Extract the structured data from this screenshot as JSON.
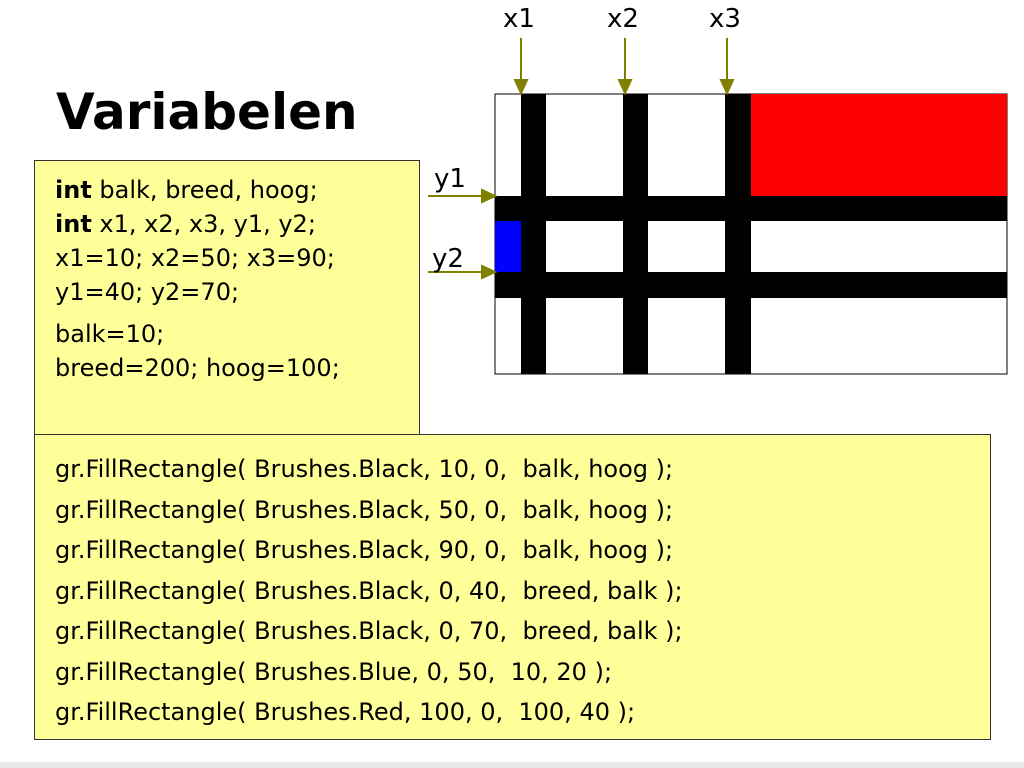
{
  "title": "Variabelen",
  "decl_lines": [
    {
      "kw": "int",
      "rest": " balk, breed, hoog;"
    },
    {
      "kw": "int",
      "rest": " x1, x2, x3, y1, y2;"
    },
    {
      "kw": "",
      "rest": "x1=10; x2=50; x3=90;"
    },
    {
      "kw": "",
      "rest": "y1=40; y2=70;"
    },
    {
      "kw": "",
      "rest": "balk=10;"
    },
    {
      "kw": "",
      "rest": "breed=200; hoog=100;"
    }
  ],
  "draw_lines": [
    "gr.FillRectangle( Brushes.Black, 10, 0,  balk, hoog );",
    "gr.FillRectangle( Brushes.Black, 50, 0,  balk, hoog );",
    "gr.FillRectangle( Brushes.Black, 90, 0,  balk, hoog );",
    "gr.FillRectangle( Brushes.Black, 0, 40,  breed, balk );",
    "gr.FillRectangle( Brushes.Black, 0, 70,  breed, balk );",
    "gr.FillRectangle( Brushes.Blue, 0, 50,  10, 20 );",
    "gr.FillRectangle( Brushes.Red, 100, 0,  100, 40 );"
  ],
  "labels": {
    "x1": "x1",
    "x2": "x2",
    "x3": "x3",
    "y1": "y1",
    "y2": "y2"
  },
  "colors": {
    "arrow": "#808000",
    "black": "#000000",
    "blue": "#0000ff",
    "red": "#ff0000",
    "code_bg": "#ffff99"
  }
}
